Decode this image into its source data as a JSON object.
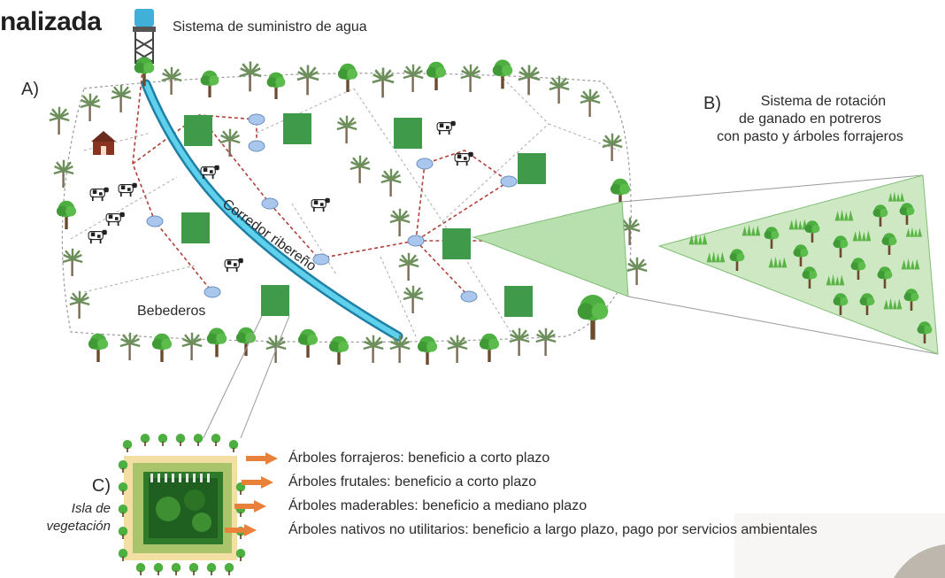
{
  "title": "nalizada",
  "water_system_label": "Sistema de suministro de agua",
  "section_a": {
    "letter": "A)"
  },
  "section_b": {
    "letter": "B)",
    "line1": "Sistema de rotación",
    "line2": "de ganado en potreros",
    "line3": "con pasto y árboles forrajeros"
  },
  "section_c": {
    "letter": "C)",
    "name_line1": "Isla de",
    "name_line2": "vegetación",
    "items": [
      "Árboles forrajeros: beneficio a corto plazo",
      "Árboles frutales: beneficio a corto plazo",
      "Árboles maderables: beneficio a mediano plazo",
      "Árboles nativos no utilitarios: beneficio a largo plazo, pago por servicios ambientales"
    ]
  },
  "riparian_label": "Corredor ribereño",
  "troughs_label": "Bebederos",
  "colors": {
    "paddock_green": "#3f9a4a",
    "river_blue": "#3fb6d4",
    "trough_blue": "#a9c7ec",
    "pipe_red": "#b0413a",
    "arrow_orange": "#e9813a",
    "light_green": "#b8dfae",
    "tree_green": "#4caf3f"
  }
}
